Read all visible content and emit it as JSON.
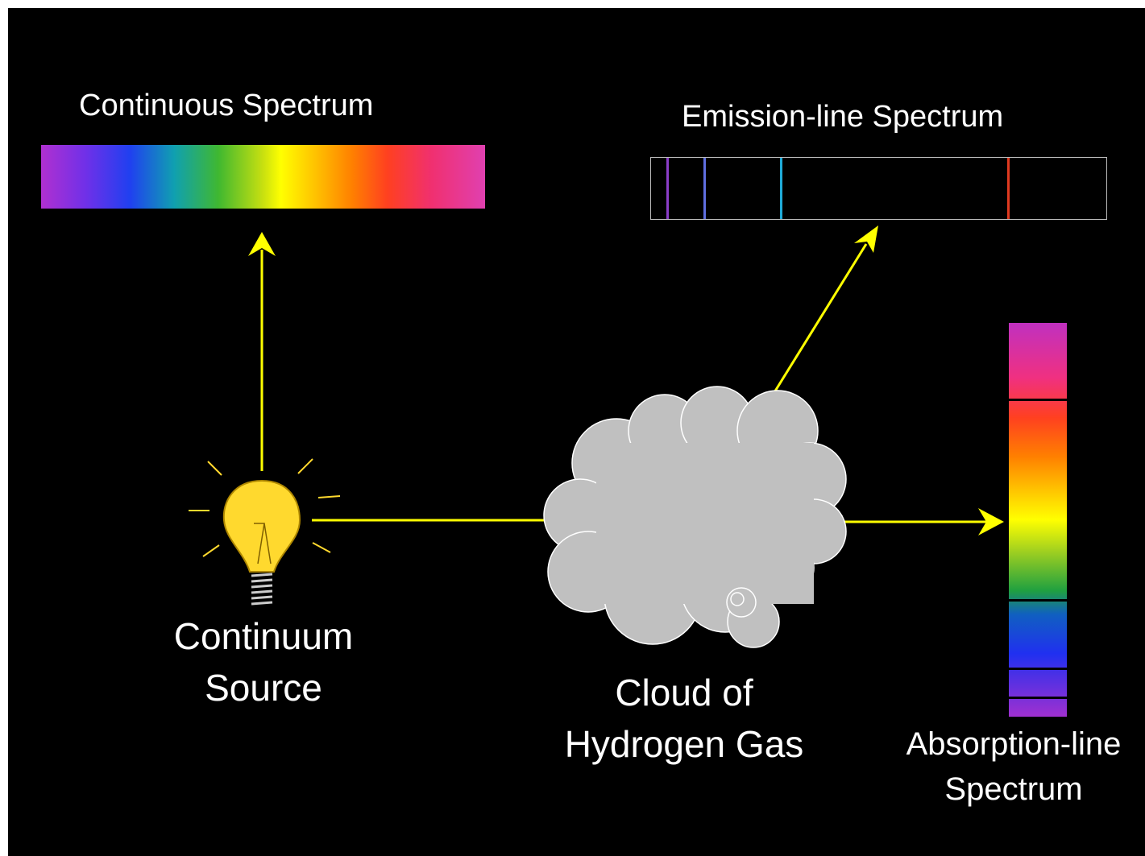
{
  "labels": {
    "continuous_spectrum": "Continuous Spectrum",
    "emission_spectrum": "Emission-line Spectrum",
    "continuum_source_line1": "Continuum",
    "continuum_source_line2": "Source",
    "cloud_line1": "Cloud of",
    "cloud_line2": "Hydrogen Gas",
    "absorption_line1": "Absorption-line",
    "absorption_line2": "Spectrum"
  },
  "colors": {
    "background": "#000000",
    "arrow": "#ffff00",
    "cloud": "#c0c0c0",
    "bulb": "#ffd92e"
  },
  "icons": {
    "bulb": "light-bulb-icon",
    "cloud": "gas-cloud-icon"
  },
  "emission_lines": [
    {
      "color": "#8a3ec8"
    },
    {
      "color": "#5f6fe0"
    },
    {
      "color": "#1faad8"
    },
    {
      "color": "#e03a20"
    }
  ]
}
